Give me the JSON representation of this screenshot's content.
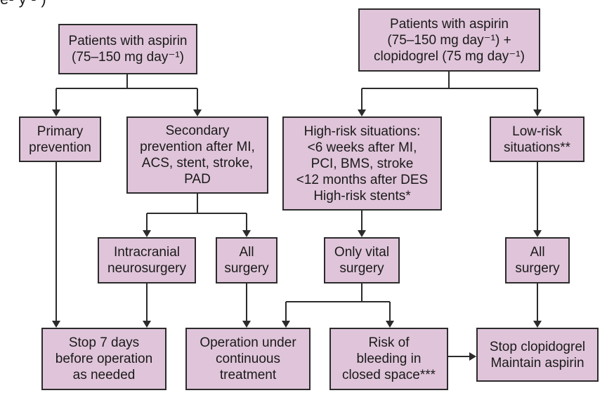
{
  "top_cut_text": "e-    y       -                                      )",
  "left_root": {
    "line1": "Patients with aspirin",
    "line2": "(75–150 mg day⁻¹)"
  },
  "right_root": {
    "line1": "Patients with aspirin",
    "line2": "(75–150 mg day⁻¹) +",
    "line3": "clopidogrel (75 mg day⁻¹)"
  },
  "primary": {
    "line1": "Primary",
    "line2": "prevention"
  },
  "secondary": {
    "line1": "Secondary",
    "line2": "prevention after MI,",
    "line3": "ACS, stent, stroke,",
    "line4": "PAD"
  },
  "high_risk": {
    "line1": "High-risk situations:",
    "line2": "<6 weeks after MI,",
    "line3": "PCI, BMS, stroke",
    "line4": "<12 months after DES",
    "line5": "High-risk stents*"
  },
  "low_risk": {
    "line1": "Low-risk",
    "line2": "situations**"
  },
  "intracranial": {
    "line1": "Intracranial",
    "line2": "neurosurgery"
  },
  "all_surgery_left": {
    "line1": "All",
    "line2": "surgery"
  },
  "vital_surgery": {
    "line1": "Only vital",
    "line2": "surgery"
  },
  "all_surgery_right": {
    "line1": "All",
    "line2": "surgery"
  },
  "stop7": {
    "line1": "Stop 7 days",
    "line2": "before operation",
    "line3": "as needed"
  },
  "continuous": {
    "line1": "Operation under",
    "line2": "continuous",
    "line3": "treatment"
  },
  "bleeding": {
    "line1": "Risk of",
    "line2": "bleeding in",
    "line3": "closed space***"
  },
  "stop_clopidogrel": {
    "line1": "Stop clopidogrel",
    "line2": "Maintain aspirin"
  }
}
